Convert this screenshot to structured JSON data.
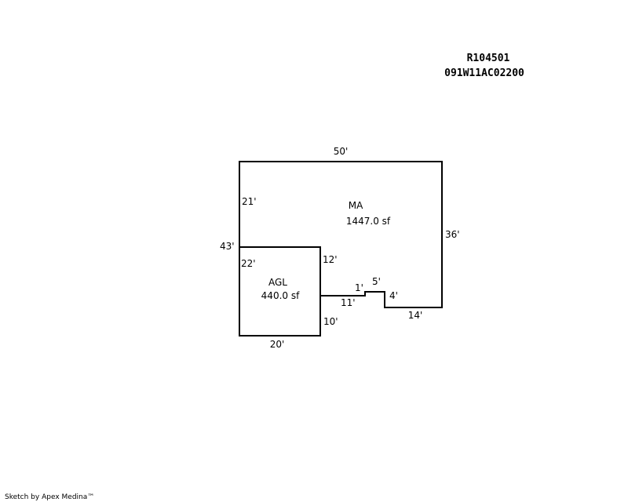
{
  "header": {
    "record_id": "R104501",
    "parcel_id": "091W11AC02200"
  },
  "areas": {
    "main": {
      "code": "MA",
      "area": "1447.0 sf"
    },
    "garage": {
      "code": "AGL",
      "area": "440.0 sf"
    }
  },
  "dimensions": {
    "main_top": "50'",
    "main_left_upper": "21'",
    "overall_left": "43'",
    "main_right": "36'",
    "garage_left": "22'",
    "garage_right_upper": "12'",
    "jog_small": "1'",
    "jog_top": "5'",
    "jog_right": "4'",
    "step_bottom": "11'",
    "main_bottom": "14'",
    "garage_right_lower": "10'",
    "garage_bottom": "20'"
  },
  "footer": {
    "credit": "Sketch by Apex Medina™"
  }
}
